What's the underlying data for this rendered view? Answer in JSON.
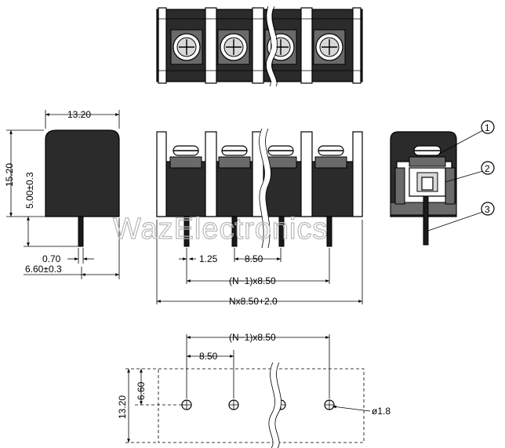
{
  "watermark": "WazElectronics",
  "side_view": {
    "width_label": "13.20",
    "height_label": "15.20",
    "pin_height_label": "5.00±0.3",
    "pin_width_label": "0.70",
    "pin_offset_label": "6.60±0.3"
  },
  "front_view": {
    "pin_offset_label": "1.25",
    "pitch_label": "8.50",
    "span_label": "(N−1)x8.50",
    "total_label": "Nx8.50+2.0"
  },
  "section_view": {
    "callouts": [
      "1",
      "2",
      "3"
    ]
  },
  "footprint": {
    "span_label": "(N−1)x8.50",
    "pitch_label": "8.50",
    "row_offset_label": "6.60",
    "width_label": "13.20",
    "hole_label": "ø1.8"
  }
}
